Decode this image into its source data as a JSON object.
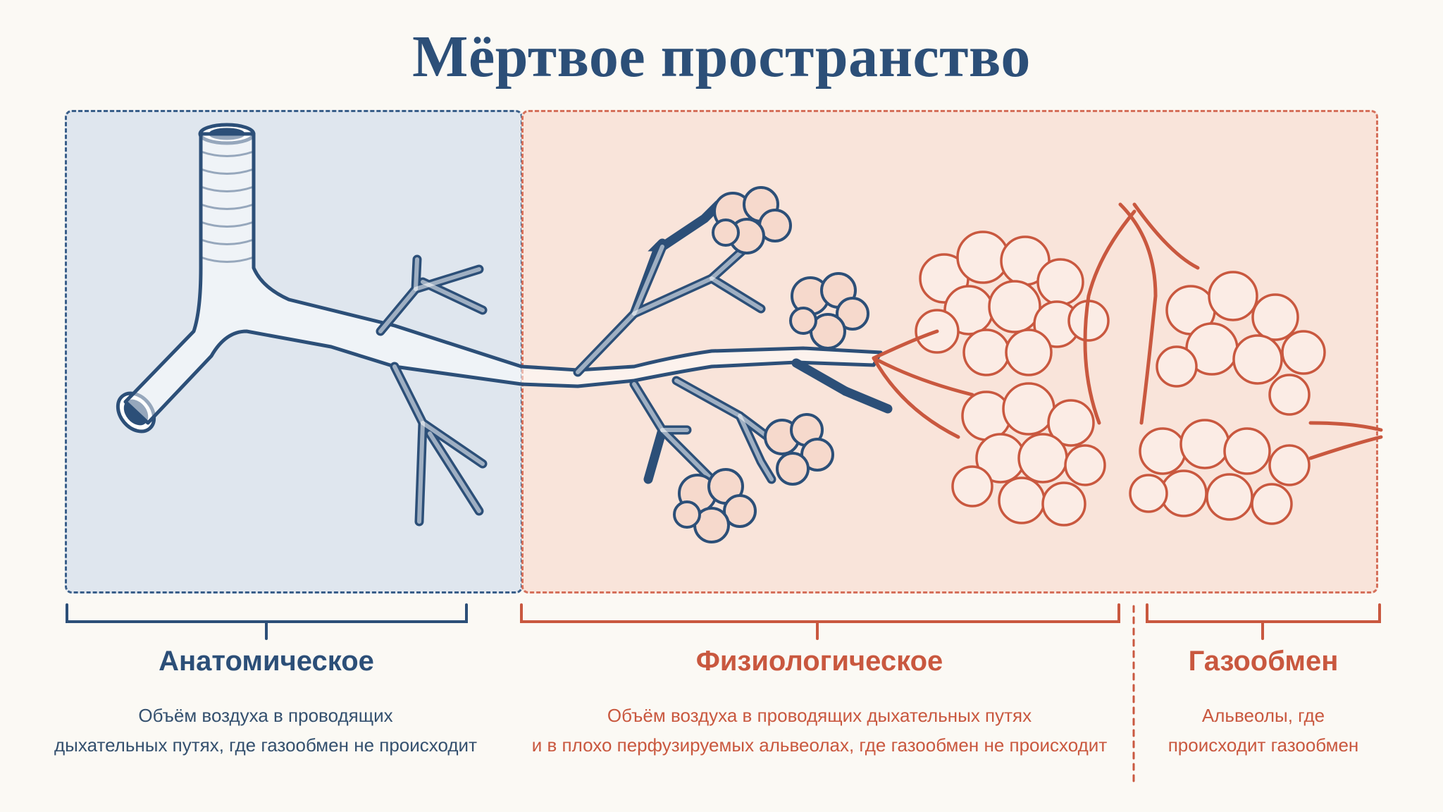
{
  "title": "Мёртвое пространство",
  "colors": {
    "blue": "#2c4f78",
    "red": "#c9583f",
    "blue_bg": "#dfe6ee",
    "red_bg": "#f9e4da"
  },
  "sections": {
    "anatomical": {
      "label": "Анатомическое",
      "desc_line1": "Объём воздуха в проводящих",
      "desc_line2": "дыхательных путях, где газообмен не происходит"
    },
    "physiological": {
      "label": "Физиологическое",
      "desc_line1": "Объём воздуха в проводящих дыхательных путях",
      "desc_line2": "и в плохо перфузируемых альвеолах, где газообмен не происходит"
    },
    "gas_exchange": {
      "label": "Газообмен",
      "desc_line1": "Альвеолы, где",
      "desc_line2": "происходит газообмен"
    }
  }
}
